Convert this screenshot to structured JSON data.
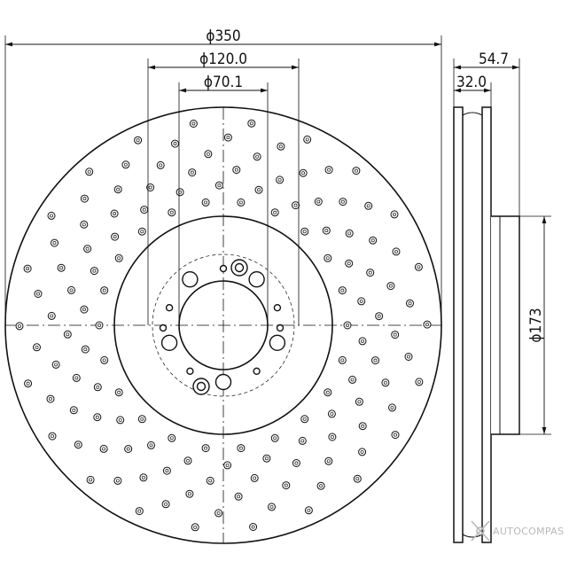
{
  "dimensions": {
    "outer_diameter": "ϕ350",
    "bolt_circle_diameter": "ϕ120.0",
    "center_bore_diameter": "ϕ70.1",
    "total_thickness": "54.7",
    "disc_thickness": "32.0",
    "hat_diameter": "ϕ173"
  },
  "watermark": {
    "text": "AUTOCOMPAS"
  },
  "colors": {
    "line": "#111111",
    "watermark": "#b8b8b8"
  }
}
